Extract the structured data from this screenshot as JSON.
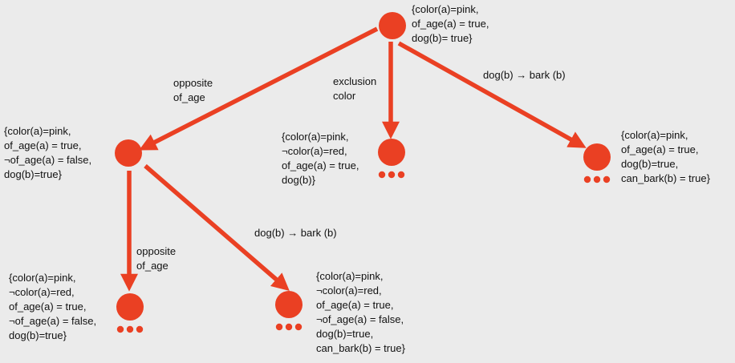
{
  "colors": {
    "node": "#ea4023",
    "edge": "#ea4023",
    "background": "#ebebeb",
    "text": "#111111"
  },
  "nodes": [
    {
      "id": "root",
      "has_ellipsis": false,
      "label": [
        "{color(a)=pink,",
        "of_age(a) = true,",
        "dog(b)= true}"
      ]
    },
    {
      "id": "left",
      "has_ellipsis": false,
      "label": [
        "{color(a)=pink,",
        "of_age(a) = true,",
        "¬of_age(a) = false,",
        "dog(b)=true}"
      ]
    },
    {
      "id": "middle",
      "has_ellipsis": true,
      "label": [
        "{color(a)=pink,",
        "¬color(a)=red,",
        "of_age(a) = true,",
        "dog(b)}"
      ]
    },
    {
      "id": "right",
      "has_ellipsis": true,
      "label": [
        "{color(a)=pink,",
        "of_age(a) = true,",
        "dog(b)=true,",
        "can_bark(b) = true}"
      ]
    },
    {
      "id": "bottom-left",
      "has_ellipsis": true,
      "label": [
        "{color(a)=pink,",
        "¬color(a)=red,",
        "of_age(a) = true,",
        "¬of_age(a) = false,",
        "dog(b)=true}"
      ]
    },
    {
      "id": "bottom-middle",
      "has_ellipsis": true,
      "label": [
        "{color(a)=pink,",
        "¬color(a)=red,",
        "of_age(a) = true,",
        "¬of_age(a) = false,",
        "dog(b)=true,",
        "can_bark(b) = true}"
      ]
    }
  ],
  "edges": [
    {
      "from": "root",
      "to": "left",
      "label": [
        "opposite",
        "of_age"
      ]
    },
    {
      "from": "root",
      "to": "middle",
      "label": [
        "exclusion",
        "color"
      ]
    },
    {
      "from": "root",
      "to": "right",
      "label": [
        "dog(b) → bark (b)"
      ]
    },
    {
      "from": "left",
      "to": "bottom-left",
      "label": [
        "opposite",
        "of_age"
      ]
    },
    {
      "from": "left",
      "to": "bottom-middle",
      "label": [
        "dog(b) → bark (b)"
      ]
    }
  ]
}
